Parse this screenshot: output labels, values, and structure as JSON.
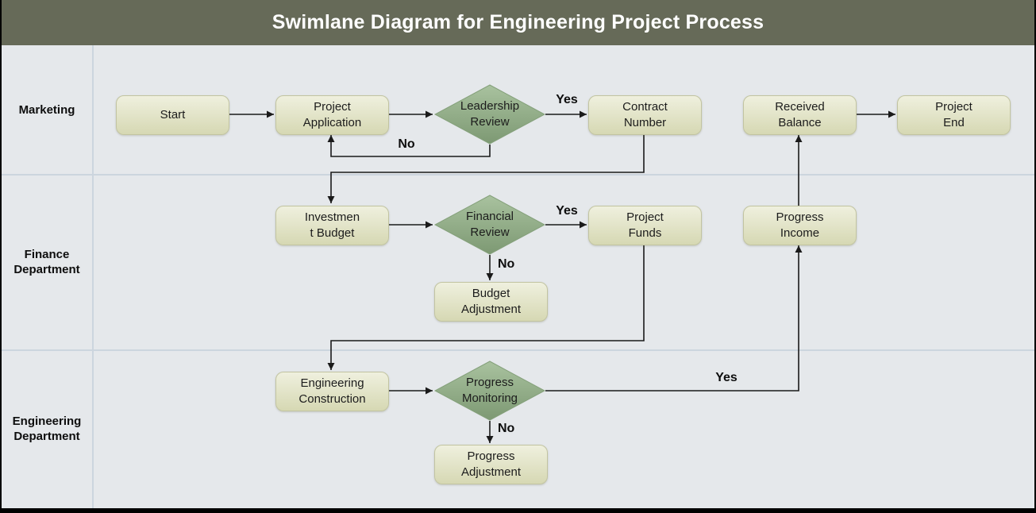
{
  "title": "Swimlane Diagram for Engineering Project Process",
  "colors": {
    "header_bg": "#666a58",
    "title_color": "#ffffff",
    "lane_bg": "#e5e8eb",
    "lane_line": "#ccd5de",
    "box_top": "#eff0de",
    "box_bottom": "#d6d8b3",
    "box_border": "#c2c4a1",
    "diamond_top": "#a9c29f",
    "diamond_bottom": "#7d9973",
    "arrow": "#1a1a1a",
    "frame": "#000000"
  },
  "lanes": [
    {
      "id": "marketing",
      "label_lines": [
        "Marketing"
      ]
    },
    {
      "id": "finance",
      "label_lines": [
        "Finance",
        "Department"
      ]
    },
    {
      "id": "engineering",
      "label_lines": [
        "Engineering",
        "Department"
      ]
    }
  ],
  "nodes": {
    "start": {
      "type": "process",
      "lane": "marketing",
      "lines": [
        "Start"
      ]
    },
    "project_application": {
      "type": "process",
      "lane": "marketing",
      "lines": [
        "Project",
        "Application"
      ]
    },
    "leadership_review": {
      "type": "decision",
      "lane": "marketing",
      "lines": [
        "Leadership",
        "Review"
      ]
    },
    "contract_number": {
      "type": "process",
      "lane": "marketing",
      "lines": [
        "Contract",
        "Number"
      ]
    },
    "received_balance": {
      "type": "process",
      "lane": "marketing",
      "lines": [
        "Received",
        "Balance"
      ]
    },
    "project_end": {
      "type": "process",
      "lane": "marketing",
      "lines": [
        "Project",
        "End"
      ]
    },
    "investment_budget": {
      "type": "process",
      "lane": "finance",
      "lines": [
        "Investmen",
        "t Budget"
      ]
    },
    "financial_review": {
      "type": "decision",
      "lane": "finance",
      "lines": [
        "Financial",
        "Review"
      ]
    },
    "project_funds": {
      "type": "process",
      "lane": "finance",
      "lines": [
        "Project",
        "Funds"
      ]
    },
    "progress_income": {
      "type": "process",
      "lane": "finance",
      "lines": [
        "Progress",
        "Income"
      ]
    },
    "budget_adjustment": {
      "type": "process",
      "lane": "finance",
      "lines": [
        "Budget",
        "Adjustment"
      ]
    },
    "engineering_construction": {
      "type": "process",
      "lane": "engineering",
      "lines": [
        "Engineering",
        "Construction"
      ]
    },
    "progress_monitoring": {
      "type": "decision",
      "lane": "engineering",
      "lines": [
        "Progress",
        "Monitoring"
      ]
    },
    "progress_adjustment": {
      "type": "process",
      "lane": "engineering",
      "lines": [
        "Progress",
        "Adjustment"
      ]
    }
  },
  "edges": [
    {
      "from": "start",
      "to": "project_application",
      "label": ""
    },
    {
      "from": "project_application",
      "to": "leadership_review",
      "label": ""
    },
    {
      "from": "leadership_review",
      "to": "contract_number",
      "label": "Yes"
    },
    {
      "from": "leadership_review",
      "to": "project_application",
      "label": "No"
    },
    {
      "from": "contract_number",
      "to": "investment_budget",
      "label": ""
    },
    {
      "from": "investment_budget",
      "to": "financial_review",
      "label": ""
    },
    {
      "from": "financial_review",
      "to": "project_funds",
      "label": "Yes"
    },
    {
      "from": "financial_review",
      "to": "budget_adjustment",
      "label": "No"
    },
    {
      "from": "project_funds",
      "to": "engineering_construction",
      "label": ""
    },
    {
      "from": "engineering_construction",
      "to": "progress_monitoring",
      "label": ""
    },
    {
      "from": "progress_monitoring",
      "to": "progress_income",
      "label": "Yes"
    },
    {
      "from": "progress_income",
      "to": "received_balance",
      "label": ""
    },
    {
      "from": "received_balance",
      "to": "project_end",
      "label": ""
    },
    {
      "from": "progress_monitoring",
      "to": "progress_adjustment",
      "label": "No"
    }
  ]
}
